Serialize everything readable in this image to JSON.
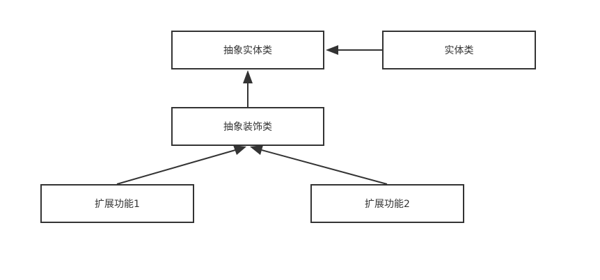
{
  "diagram": {
    "nodes": {
      "abstract_entity": "抽象实体类",
      "entity": "实体类",
      "abstract_decorator": "抽象装饰类",
      "extension_1": "扩展功能1",
      "extension_2": "扩展功能2"
    },
    "edges": [
      {
        "from": "实体类",
        "to": "抽象实体类",
        "arrow": "filled-triangle"
      },
      {
        "from": "抽象装饰类",
        "to": "抽象实体类",
        "arrow": "filled-triangle"
      },
      {
        "from": "扩展功能1",
        "to": "抽象装饰类",
        "arrow": "filled-triangle"
      },
      {
        "from": "扩展功能2",
        "to": "抽象装饰类",
        "arrow": "filled-triangle"
      }
    ],
    "colors": {
      "stroke": "#333333",
      "background": "#ffffff"
    }
  }
}
